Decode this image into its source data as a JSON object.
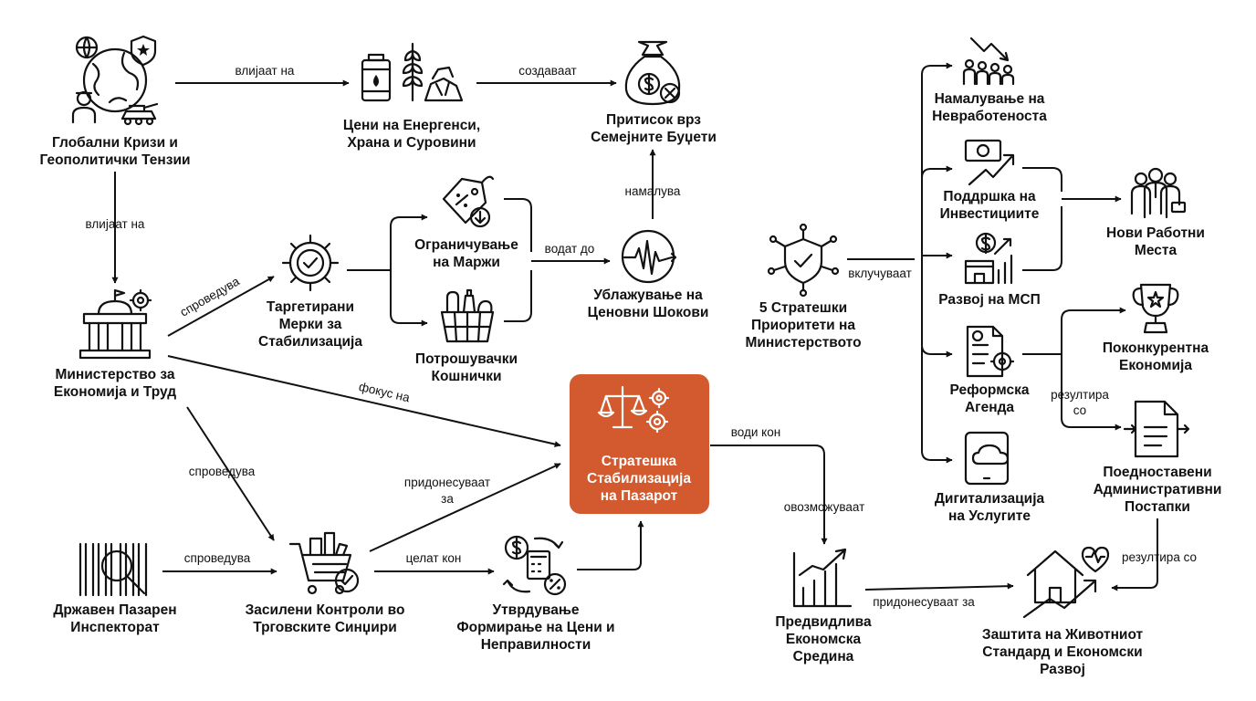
{
  "nodes": {
    "global_crises": {
      "line1": "Глобални Кризи и",
      "line2": "Геополитички Тензии"
    },
    "prices": {
      "line1": "Цени на Енергенси,",
      "line2": "Храна и Суровини"
    },
    "budget_pressure": {
      "line1": "Притисок врз",
      "line2": "Семејните Буџети"
    },
    "ministry": {
      "line1": "Министерство за",
      "line2": "Економија и Труд"
    },
    "targeted": {
      "line1": "Таргетирани",
      "line2": "Мерки за",
      "line3": "Стабилизација"
    },
    "margins": {
      "line1": "Ограничување",
      "line2": "на Маржи"
    },
    "baskets": {
      "line1": "Потрошувачки",
      "line2": "Кошнички"
    },
    "cushion": {
      "line1": "Ублажување на",
      "line2": "Ценовни Шокови"
    },
    "center": {
      "line1": "Стратешка",
      "line2": "Стабилизација",
      "line3": "на Пазарот"
    },
    "inspectorate": {
      "line1": "Државен Пазарен",
      "line2": "Инспекторат"
    },
    "controls": {
      "line1": "Засилени Контроли во",
      "line2": "Трговските Синџири"
    },
    "price_formation": {
      "line1": "Утврдување",
      "line2": "Формирање на Цени и",
      "line3": "Неправилности"
    },
    "priorities": {
      "line1": "5 Стратешки",
      "line2": "Приоритети на",
      "line3": "Министерството"
    },
    "unemployment": {
      "line1": "Намалување на",
      "line2": "Невработеноста"
    },
    "investment": {
      "line1": "Поддршка на",
      "line2": "Инвестициите"
    },
    "sme": {
      "line1": "Развој на МСП"
    },
    "reform": {
      "line1": "Реформска",
      "line2": "Агенда"
    },
    "digital": {
      "line1": "Дигитализација",
      "line2": "на Услугите"
    },
    "jobs": {
      "line1": "Нови Работни",
      "line2": "Места"
    },
    "competitive": {
      "line1": "Поконкурентна",
      "line2": "Економија"
    },
    "simplified": {
      "line1": "Поедноставени",
      "line2": "Административни",
      "line3": "Постапки"
    },
    "predictable": {
      "line1": "Предвидлива",
      "line2": "Економска",
      "line3": "Средина"
    },
    "living": {
      "line1": "Заштита на Животниот",
      "line2": "Стандард и Економски",
      "line3": "Развој"
    }
  },
  "edges": {
    "influence_1": "влијаат на",
    "create": "создаваат",
    "influence_2": "влијаат на",
    "reduces": "намалува",
    "implements_1": "спроведува",
    "lead_to": "водат до",
    "focus_on": "фокус на",
    "implements_2": "спроведува",
    "contribute_1a": "придонесуваат",
    "contribute_1b": "за",
    "implements_3": "спроведува",
    "target": "целат кон",
    "includes": "вклучуваат",
    "leads_to": "води кон",
    "enable": "овозможуваат",
    "contribute_2": "придонесуваат за",
    "results_1a": "резултира",
    "results_1b": "со",
    "results_2": "резултира со"
  },
  "icons": [
    "globe-crisis-icon",
    "commodities-icon",
    "money-bag-icon",
    "government-building-icon",
    "gear-check-icon",
    "price-tag-icon",
    "basket-icon",
    "seismograph-icon",
    "scales-gears-icon",
    "barcode-search-icon",
    "shopping-cart-icon",
    "price-cycle-icon",
    "shield-network-icon",
    "declining-chart-people-icon",
    "money-growth-icon",
    "shop-growth-icon",
    "document-gear-icon",
    "tablet-cloud-icon",
    "business-team-icon",
    "trophy-icon",
    "document-arrows-icon",
    "growth-chart-icon",
    "house-heart-icon"
  ],
  "colors": {
    "accent": "#D35A2E",
    "text": "#111111",
    "background": "#FFFFFF"
  }
}
